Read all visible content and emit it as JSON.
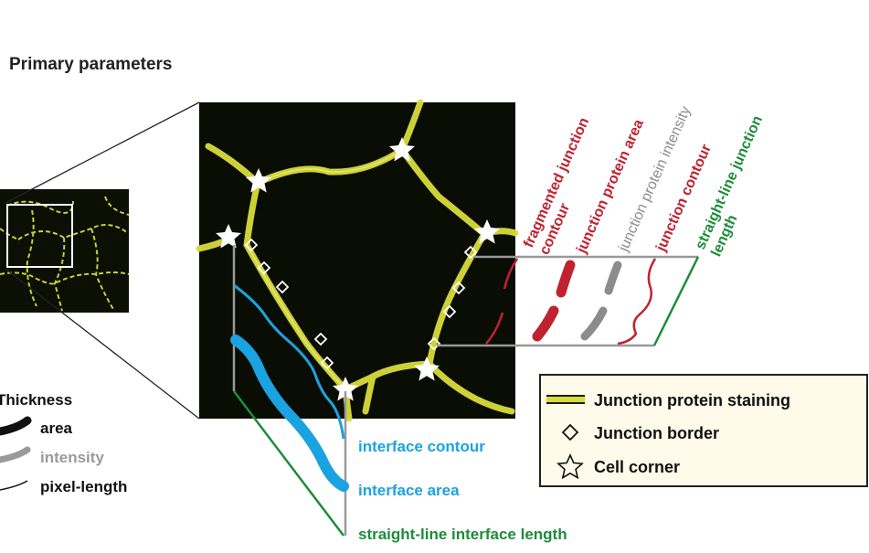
{
  "title": "Primary parameters",
  "thickness_legend": {
    "heading": "Thickness",
    "items": [
      "area",
      "intensity",
      "pixel-length"
    ]
  },
  "junction_labels": {
    "fragmented": [
      "fragmented junction",
      "contour"
    ],
    "protein_area": "junction protein area",
    "protein_intensity": "junction protein intensity",
    "contour": "junction contour",
    "straight_line": [
      "straight-line junction",
      "length"
    ]
  },
  "interface_labels": {
    "contour": "interface contour",
    "area": "interface area",
    "straight_line": "straight-line interface length"
  },
  "key": {
    "items": [
      "Junction protein staining",
      "Junction border",
      "Cell corner"
    ]
  },
  "colors": {
    "junction_red": "#c0222f",
    "intensity_gray": "#8c8c8c",
    "interface_blue": "#1aa3e0",
    "straight_green": "#1e8c3a",
    "stain_yellow": "#d8dc3a",
    "image_bg": "#0a0d03",
    "key_bg": "#fffbea"
  },
  "icons": [
    "star-icon",
    "diamond-icon",
    "stain-swatch-icon"
  ]
}
